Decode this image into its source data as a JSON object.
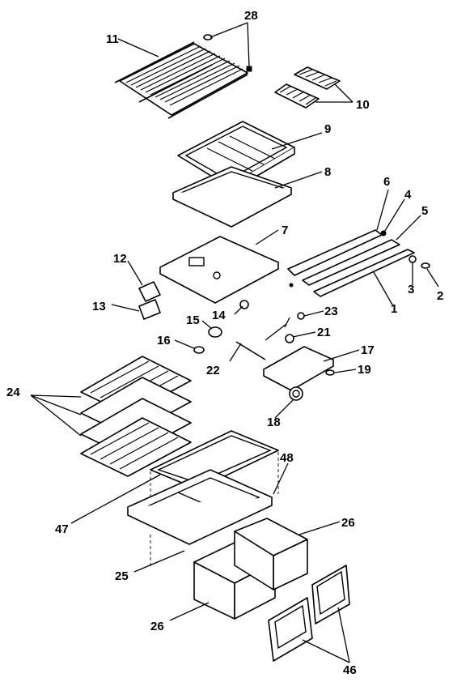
{
  "callouts": [
    {
      "id": "p1",
      "label": "1"
    },
    {
      "id": "p2",
      "label": "2"
    },
    {
      "id": "p3",
      "label": "3"
    },
    {
      "id": "p4",
      "label": "4"
    },
    {
      "id": "p5",
      "label": "5"
    },
    {
      "id": "p6",
      "label": "6"
    },
    {
      "id": "p7",
      "label": "7"
    },
    {
      "id": "p8",
      "label": "8"
    },
    {
      "id": "p9",
      "label": "9"
    },
    {
      "id": "p10",
      "label": "10"
    },
    {
      "id": "p11",
      "label": "11"
    },
    {
      "id": "p12",
      "label": "12"
    },
    {
      "id": "p13",
      "label": "13"
    },
    {
      "id": "p14",
      "label": "14"
    },
    {
      "id": "p15",
      "label": "15"
    },
    {
      "id": "p16",
      "label": "16"
    },
    {
      "id": "p17",
      "label": "17"
    },
    {
      "id": "p18",
      "label": "18"
    },
    {
      "id": "p19",
      "label": "19"
    },
    {
      "id": "p21",
      "label": "21"
    },
    {
      "id": "p22",
      "label": "22"
    },
    {
      "id": "p23",
      "label": "23"
    },
    {
      "id": "p24",
      "label": "24"
    },
    {
      "id": "p25",
      "label": "25"
    },
    {
      "id": "p26a",
      "label": "26"
    },
    {
      "id": "p26b",
      "label": "26"
    },
    {
      "id": "p28",
      "label": "28"
    },
    {
      "id": "p46",
      "label": "46"
    },
    {
      "id": "p47",
      "label": "47"
    },
    {
      "id": "p48",
      "label": "48"
    }
  ]
}
